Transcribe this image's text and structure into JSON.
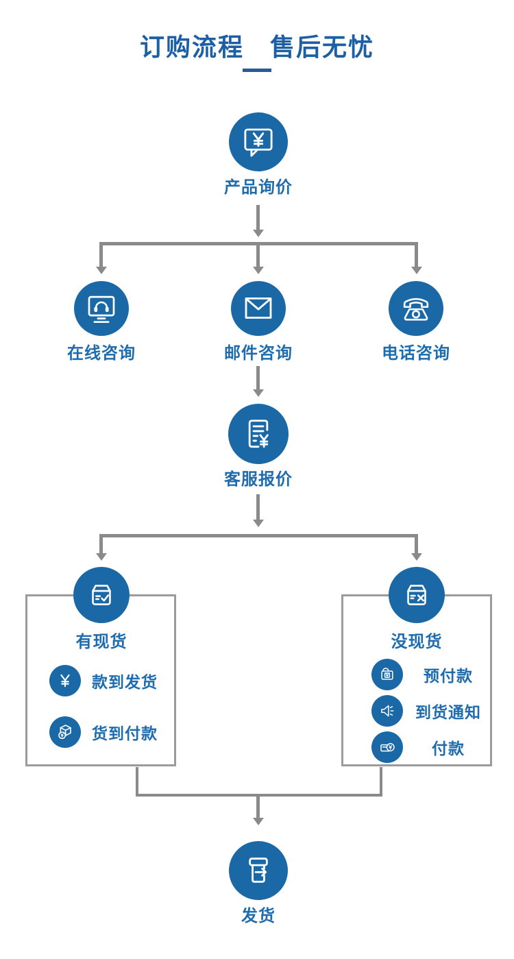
{
  "colors": {
    "node_blue": "#1a69a6",
    "label_blue": "#1e6cae",
    "title_blue": "#1c5fa5",
    "connector_gray": "#8a8a8a",
    "box_border_gray": "#9b9b9b"
  },
  "header": {
    "title": "订购流程　售后无忧"
  },
  "flow": {
    "inquiry": {
      "label": "产品询价",
      "icon": "chat-bubble-yen-icon"
    },
    "channels": [
      {
        "label": "在线咨询",
        "icon": "online-support-icon"
      },
      {
        "label": "邮件咨询",
        "icon": "mail-icon"
      },
      {
        "label": "电话咨询",
        "icon": "telephone-icon"
      }
    ],
    "quote": {
      "label": "客服报价",
      "icon": "quote-document-icon"
    },
    "in_stock": {
      "label": "有现货",
      "icon": "box-check-icon",
      "steps": [
        {
          "label": "款到发货",
          "icon": "yen-icon"
        },
        {
          "label": "货到付款",
          "icon": "package-coin-icon"
        }
      ]
    },
    "out_of_stock": {
      "label": "没现货",
      "icon": "box-x-icon",
      "steps": [
        {
          "label": "预付款",
          "icon": "wallet-yen-icon"
        },
        {
          "label": "到货通知",
          "icon": "announce-speaker-icon"
        },
        {
          "label": "付款",
          "icon": "card-payment-icon"
        }
      ]
    },
    "ship": {
      "label": "发货",
      "icon": "shipping-box-icon"
    }
  }
}
